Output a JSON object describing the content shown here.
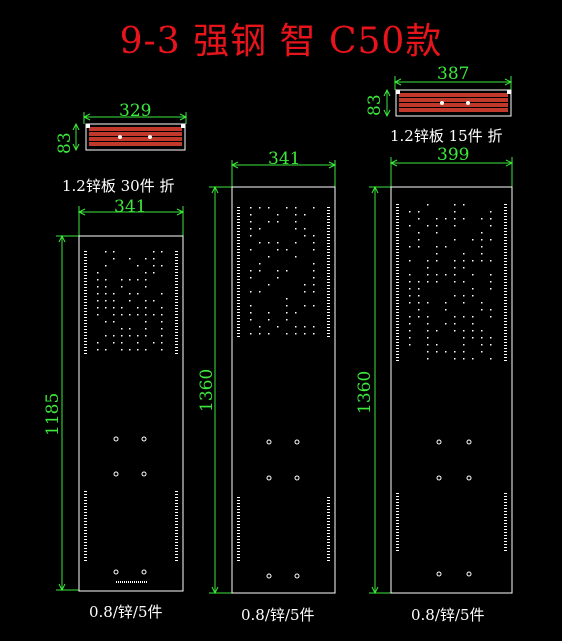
{
  "title": "9-3 强钢 智  C50款",
  "strips": [
    {
      "width": "329",
      "height": "83",
      "note": "1.2锌板 30件 折"
    },
    {
      "width": "387",
      "height": "83",
      "note": "1.2锌板 15件 折"
    }
  ],
  "panels": [
    {
      "width": "341",
      "height": "1185",
      "note": "0.8/锌/5件"
    },
    {
      "width": "341",
      "height": "1360",
      "note": "0.8/锌/5件"
    },
    {
      "width": "399",
      "height": "1360",
      "note": "0.8/锌/5件"
    }
  ],
  "colors": {
    "title": "#e8141b",
    "dimension": "#3ce93c",
    "outline": "#ffffff",
    "strip_fill": "#c0392b"
  }
}
